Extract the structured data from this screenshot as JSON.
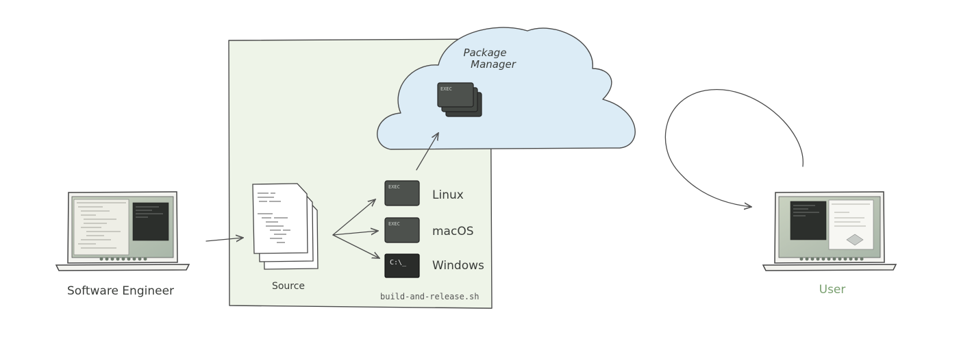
{
  "labels": {
    "engineer": "Software Engineer",
    "user": "User",
    "source": "Source",
    "script": "build-and-release.sh",
    "package_manager_line1": "Package",
    "package_manager_line2": "Manager"
  },
  "binaries": [
    {
      "os": "Linux",
      "icon_text": "EXEC"
    },
    {
      "os": "macOS",
      "icon_text": "EXEC"
    },
    {
      "os": "Windows",
      "icon_text": "C:\\_"
    }
  ],
  "cloud_icon_text": "EXEC",
  "colors": {
    "build_box_fill": "#eef4e8",
    "cloud_fill": "#dcecf6",
    "user_label": "#7aa070",
    "ink": "#3a3d3a",
    "binary_dark": "#4d514d",
    "windows_dark": "#2a2c2a"
  }
}
